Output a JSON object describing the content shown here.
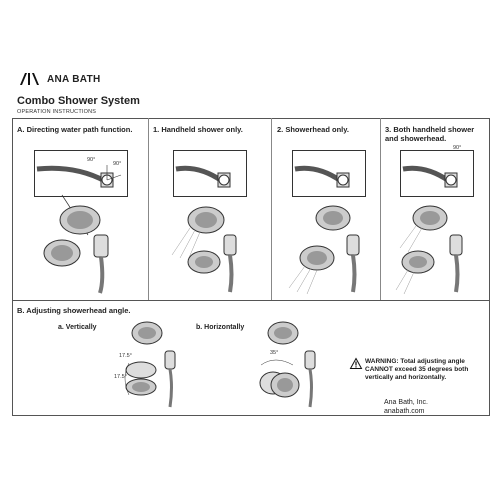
{
  "brand": {
    "name": "ANA BATH"
  },
  "document": {
    "title": "Combo Shower System",
    "subtitle": "OPERATION INSTRUCTIONS"
  },
  "section_a": {
    "label": "A. Directing water path function.",
    "steps": [
      "1. Handheld shower only.",
      "2. Showerhead only.",
      "3. Both handheld shower and showerhead."
    ],
    "dial_angles": [
      "90°",
      "90°",
      "90°"
    ]
  },
  "section_b": {
    "label": "B. Adjusting showerhead angle.",
    "vertical_label": "a. Vertically",
    "horizontal_label": "b. Horizontally",
    "vertical_angles": [
      "17.5°",
      "17.5°"
    ],
    "horizontal_angle": "35°",
    "warning": "WARNING: Total adjusting angle CANNOT exceed 35 degrees both vertically and horizontally."
  },
  "company": {
    "name": "Ana Bath, Inc.",
    "website": "anabath.com"
  }
}
